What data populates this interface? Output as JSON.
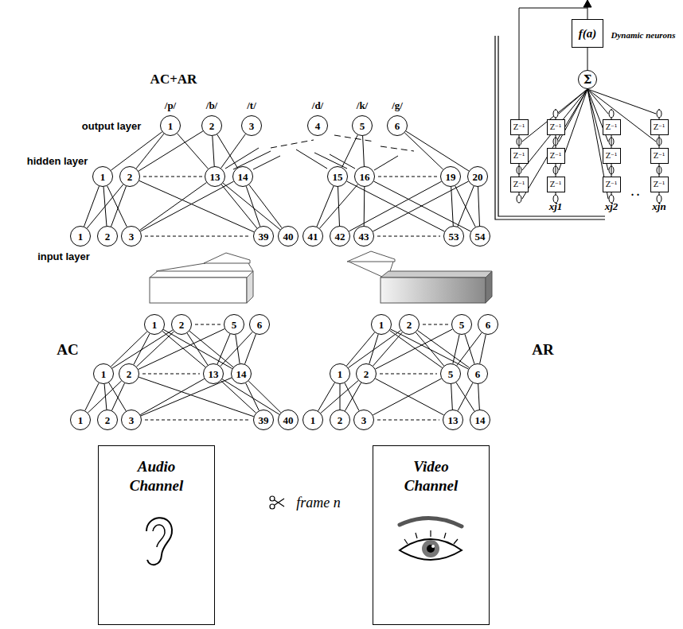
{
  "diagram": {
    "nodes": [
      {
        "text": [
          "1"
        ]
      },
      {
        "text": [
          "2"
        ]
      },
      {
        "text": [
          "3"
        ]
      },
      {
        "text": [
          "4"
        ]
      },
      {
        "text": [
          "5"
        ]
      },
      {
        "text": [
          "6"
        ]
      },
      {
        "text": [
          "1"
        ]
      },
      {
        "text": [
          "2"
        ]
      },
      {
        "text": [
          "13"
        ]
      },
      {
        "text": [
          "14"
        ]
      },
      {
        "text": [
          "15"
        ]
      },
      {
        "text": [
          "16"
        ]
      },
      {
        "text": [
          "19"
        ]
      },
      {
        "text": [
          "20"
        ]
      },
      {
        "text": [
          "1"
        ]
      },
      {
        "text": [
          "2"
        ]
      },
      {
        "text": [
          "3"
        ]
      },
      {
        "text": [
          "39"
        ]
      },
      {
        "text": [
          "40"
        ]
      },
      {
        "text": [
          "41"
        ]
      },
      {
        "text": [
          "42"
        ]
      },
      {
        "text": [
          "43"
        ]
      },
      {
        "text": [
          "53"
        ]
      },
      {
        "text": [
          "54"
        ]
      },
      {
        "text": [
          "1"
        ]
      },
      {
        "text": [
          "2"
        ]
      },
      {
        "text": [
          "5"
        ]
      },
      {
        "text": [
          "6"
        ]
      },
      {
        "text": [
          "1"
        ]
      },
      {
        "text": [
          "2"
        ]
      },
      {
        "text": [
          "13"
        ]
      },
      {
        "text": [
          "14"
        ]
      },
      {
        "text": [
          "1"
        ]
      },
      {
        "text": [
          "2"
        ]
      },
      {
        "text": [
          "3"
        ]
      },
      {
        "text": [
          "39"
        ]
      },
      {
        "text": [
          "40"
        ]
      },
      {
        "text": [
          "1"
        ]
      },
      {
        "text": [
          "2"
        ]
      },
      {
        "text": [
          "5"
        ]
      },
      {
        "text": [
          "6"
        ]
      },
      {
        "text": [
          "1"
        ]
      },
      {
        "text": [
          "2"
        ]
      },
      {
        "text": [
          "5"
        ]
      },
      {
        "text": [
          "6"
        ]
      },
      {
        "text": [
          "1"
        ]
      },
      {
        "text": [
          "2"
        ]
      },
      {
        "text": [
          "3"
        ]
      },
      {
        "text": [
          "13"
        ]
      },
      {
        "text": [
          "14"
        ]
      },
      {
        "text": [
          "Audio Channel"
        ]
      },
      {
        "text": [
          "Video Channel"
        ]
      },
      {
        "text": [
          "f(a)"
        ]
      },
      {
        "text": [
          "Σ"
        ]
      },
      {
        "text": [
          "Z⁻¹"
        ]
      },
      {
        "text": [
          "Z⁻¹"
        ]
      },
      {
        "text": [
          "Z⁻¹"
        ]
      },
      {
        "text": [
          "Z⁻¹"
        ]
      },
      {
        "text": [
          "Z⁻¹"
        ]
      },
      {
        "text": [
          "Z⁻¹"
        ]
      },
      {
        "text": [
          "Z⁻¹"
        ]
      },
      {
        "text": [
          "Z⁻¹"
        ]
      },
      {
        "text": [
          "Z⁻¹"
        ]
      },
      {
        "text": [
          "Z⁻¹"
        ]
      },
      {
        "text": [
          "Z⁻¹"
        ]
      },
      {
        "text": [
          "Z⁻¹"
        ]
      }
    ],
    "edges": [
      {
        "from": 0,
        "to": 6,
        "arrow": "none"
      },
      {
        "from": 0,
        "to": 7,
        "arrow": "none"
      },
      {
        "from": 0,
        "to": 8,
        "arrow": "none"
      },
      {
        "from": 1,
        "to": 7,
        "arrow": "none"
      },
      {
        "from": 1,
        "to": 8,
        "arrow": "none"
      },
      {
        "from": 1,
        "to": 9,
        "arrow": "none"
      },
      {
        "from": 2,
        "to": 8,
        "arrow": "none"
      },
      {
        "from": 4,
        "to": 10,
        "arrow": "none"
      },
      {
        "from": 4,
        "to": 11,
        "arrow": "none"
      },
      {
        "from": 5,
        "to": 12,
        "arrow": "none"
      },
      {
        "from": 5,
        "to": 13,
        "arrow": "none"
      },
      {
        "from": 6,
        "to": 14,
        "arrow": "none"
      },
      {
        "from": 6,
        "to": 15,
        "arrow": "none"
      },
      {
        "from": 6,
        "to": 16,
        "arrow": "none"
      },
      {
        "from": 7,
        "to": 14,
        "arrow": "none"
      },
      {
        "from": 7,
        "to": 15,
        "arrow": "none"
      },
      {
        "from": 7,
        "to": 17,
        "arrow": "none"
      },
      {
        "from": 8,
        "to": 16,
        "arrow": "none"
      },
      {
        "from": 8,
        "to": 17,
        "arrow": "none"
      },
      {
        "from": 8,
        "to": 18,
        "arrow": "none"
      },
      {
        "from": 9,
        "to": 16,
        "arrow": "none"
      },
      {
        "from": 9,
        "to": 17,
        "arrow": "none"
      },
      {
        "from": 9,
        "to": 18,
        "arrow": "none"
      },
      {
        "from": 10,
        "to": 19,
        "arrow": "none"
      },
      {
        "from": 10,
        "to": 20,
        "arrow": "none"
      },
      {
        "from": 10,
        "to": 22,
        "arrow": "none"
      },
      {
        "from": 11,
        "to": 19,
        "arrow": "none"
      },
      {
        "from": 11,
        "to": 21,
        "arrow": "none"
      },
      {
        "from": 11,
        "to": 23,
        "arrow": "none"
      },
      {
        "from": 12,
        "to": 20,
        "arrow": "none"
      },
      {
        "from": 12,
        "to": 22,
        "arrow": "none"
      },
      {
        "from": 12,
        "to": 23,
        "arrow": "none"
      },
      {
        "from": 13,
        "to": 21,
        "arrow": "none"
      },
      {
        "from": 13,
        "to": 22,
        "arrow": "none"
      },
      {
        "from": 13,
        "to": 23,
        "arrow": "none"
      },
      {
        "from": 24,
        "to": 28,
        "arrow": "none"
      },
      {
        "from": 24,
        "to": 29,
        "arrow": "none"
      },
      {
        "from": 24,
        "to": 30,
        "arrow": "none"
      },
      {
        "from": 24,
        "to": 31,
        "arrow": "none"
      },
      {
        "from": 25,
        "to": 28,
        "arrow": "none"
      },
      {
        "from": 25,
        "to": 29,
        "arrow": "none"
      },
      {
        "from": 25,
        "to": 30,
        "arrow": "none"
      },
      {
        "from": 25,
        "to": 31,
        "arrow": "none"
      },
      {
        "from": 26,
        "to": 29,
        "arrow": "none"
      },
      {
        "from": 26,
        "to": 30,
        "arrow": "none"
      },
      {
        "from": 26,
        "to": 31,
        "arrow": "none"
      },
      {
        "from": 27,
        "to": 30,
        "arrow": "none"
      },
      {
        "from": 27,
        "to": 31,
        "arrow": "none"
      },
      {
        "from": 28,
        "to": 32,
        "arrow": "none"
      },
      {
        "from": 28,
        "to": 33,
        "arrow": "none"
      },
      {
        "from": 28,
        "to": 34,
        "arrow": "none"
      },
      {
        "from": 29,
        "to": 32,
        "arrow": "none"
      },
      {
        "from": 29,
        "to": 33,
        "arrow": "none"
      },
      {
        "from": 29,
        "to": 35,
        "arrow": "none"
      },
      {
        "from": 30,
        "to": 34,
        "arrow": "none"
      },
      {
        "from": 30,
        "to": 35,
        "arrow": "none"
      },
      {
        "from": 30,
        "to": 36,
        "arrow": "none"
      },
      {
        "from": 31,
        "to": 34,
        "arrow": "none"
      },
      {
        "from": 31,
        "to": 35,
        "arrow": "none"
      },
      {
        "from": 31,
        "to": 36,
        "arrow": "none"
      },
      {
        "from": 37,
        "to": 41,
        "arrow": "none"
      },
      {
        "from": 37,
        "to": 42,
        "arrow": "none"
      },
      {
        "from": 37,
        "to": 43,
        "arrow": "none"
      },
      {
        "from": 37,
        "to": 44,
        "arrow": "none"
      },
      {
        "from": 38,
        "to": 41,
        "arrow": "none"
      },
      {
        "from": 38,
        "to": 42,
        "arrow": "none"
      },
      {
        "from": 38,
        "to": 43,
        "arrow": "none"
      },
      {
        "from": 38,
        "to": 44,
        "arrow": "none"
      },
      {
        "from": 39,
        "to": 42,
        "arrow": "none"
      },
      {
        "from": 39,
        "to": 43,
        "arrow": "none"
      },
      {
        "from": 39,
        "to": 44,
        "arrow": "none"
      },
      {
        "from": 40,
        "to": 43,
        "arrow": "none"
      },
      {
        "from": 40,
        "to": 44,
        "arrow": "none"
      },
      {
        "from": 41,
        "to": 45,
        "arrow": "none"
      },
      {
        "from": 41,
        "to": 46,
        "arrow": "none"
      },
      {
        "from": 41,
        "to": 47,
        "arrow": "none"
      },
      {
        "from": 42,
        "to": 45,
        "arrow": "none"
      },
      {
        "from": 42,
        "to": 46,
        "arrow": "none"
      },
      {
        "from": 42,
        "to": 48,
        "arrow": "none"
      },
      {
        "from": 43,
        "to": 47,
        "arrow": "none"
      },
      {
        "from": 43,
        "to": 48,
        "arrow": "none"
      },
      {
        "from": 43,
        "to": 49,
        "arrow": "none"
      },
      {
        "from": 44,
        "to": 48,
        "arrow": "none"
      },
      {
        "from": 44,
        "to": 49,
        "arrow": "none"
      },
      {
        "from": 53,
        "to": 52,
        "arrow": "none"
      },
      {
        "from": 54,
        "to": 55,
        "arrow": "none"
      },
      {
        "from": 55,
        "to": 56,
        "arrow": "none"
      },
      {
        "from": 57,
        "to": 58,
        "arrow": "none"
      },
      {
        "from": 58,
        "to": 59,
        "arrow": "none"
      },
      {
        "from": 60,
        "to": 61,
        "arrow": "none"
      },
      {
        "from": 61,
        "to": 62,
        "arrow": "none"
      },
      {
        "from": 63,
        "to": 64,
        "arrow": "none"
      },
      {
        "from": 64,
        "to": 65,
        "arrow": "none"
      }
    ],
    "labels": [
      "AC+AR",
      "/p/",
      "/b/",
      "/t/",
      "/d/",
      "/k/",
      "/g/",
      "output layer",
      "hidden layer",
      "input layer",
      "AC",
      "AR",
      "frame n",
      "Dynamic neurons",
      "xj1",
      "xj2",
      ". .",
      "xjn"
    ]
  }
}
